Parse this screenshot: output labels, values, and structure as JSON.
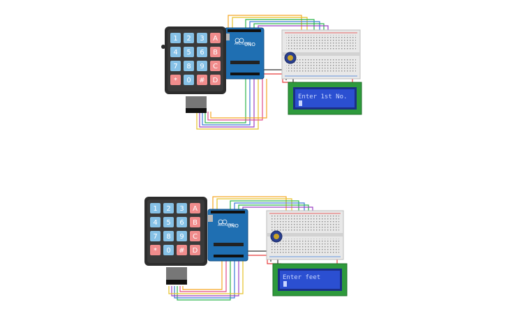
{
  "circuits": [
    {
      "keypad_keys": [
        "1",
        "2",
        "3",
        "A",
        "4",
        "5",
        "6",
        "B",
        "7",
        "8",
        "9",
        "C",
        "*",
        "0",
        "#",
        "D"
      ],
      "arduino_label": "UNO",
      "arduino_brand": "ARDUINO",
      "lcd_text": "Enter 1st No."
    },
    {
      "keypad_keys": [
        "1",
        "2",
        "3",
        "A",
        "4",
        "5",
        "6",
        "B",
        "7",
        "8",
        "9",
        "C",
        "*",
        "0",
        "#",
        "D"
      ],
      "arduino_label": "UNO",
      "arduino_brand": "ARDUINO",
      "lcd_text": "Enter feet"
    }
  ],
  "colors": {
    "keypad_body": "#2d2d2d",
    "key_digit": "#86c1e6",
    "key_letter": "#f08c8c",
    "arduino_board": "#1f6fb2",
    "lcd_pcb": "#2e9a3c",
    "lcd_screen": "#2b4fd1",
    "lcd_text": "#c9d6ff",
    "breadboard": "#e8e8e8",
    "wires": [
      "#f5a623",
      "#e6c229",
      "#2bb34a",
      "#3a78d8",
      "#9b3fc4",
      "#e04a8a",
      "#e83b3b",
      "#333333"
    ]
  }
}
